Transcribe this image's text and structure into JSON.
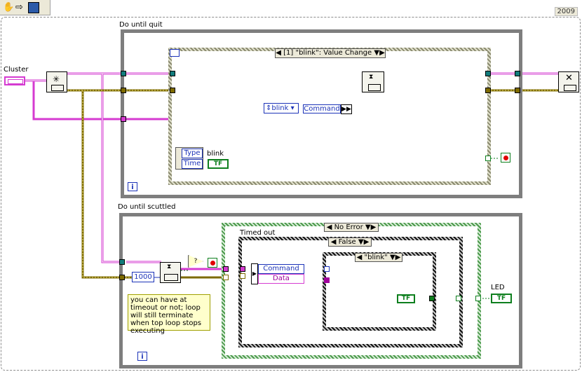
{
  "toolbar": {
    "icons": [
      "hand-tool-icon",
      "arrow-icon",
      "tools-palette-icon"
    ]
  },
  "version_label": "2009",
  "cluster_label": "Cluster",
  "top_loop": {
    "title": "Do until quit",
    "event_selector": "[1] \"blink\": Value Change",
    "enum_value": "blink",
    "unbundle_field": "Command",
    "event_data": {
      "type_label": "Type",
      "time_label": "Time",
      "control_label": "blink",
      "terminal": "TF"
    }
  },
  "bottom_loop": {
    "title": "Do until scuttled",
    "timeout_value": "1000",
    "outer_case": "No Error",
    "timed_out_label": "Timed out",
    "false_case": "False",
    "inner_case": "\"blink\"",
    "unbundle_fields": [
      "Command",
      "Data"
    ],
    "bool_terminal": "TF",
    "led_label": "LED",
    "led_terminal": "TF",
    "comment": "you can have at timeout or not; loop will still terminate when top loop stops executing"
  },
  "colors": {
    "cluster_wire": "#d53bd1",
    "error_wire": "#7e6b00",
    "bool_wire": "#0e7f1e",
    "loop_border": "#7e7e7e",
    "numeric": "#1c33b8"
  }
}
